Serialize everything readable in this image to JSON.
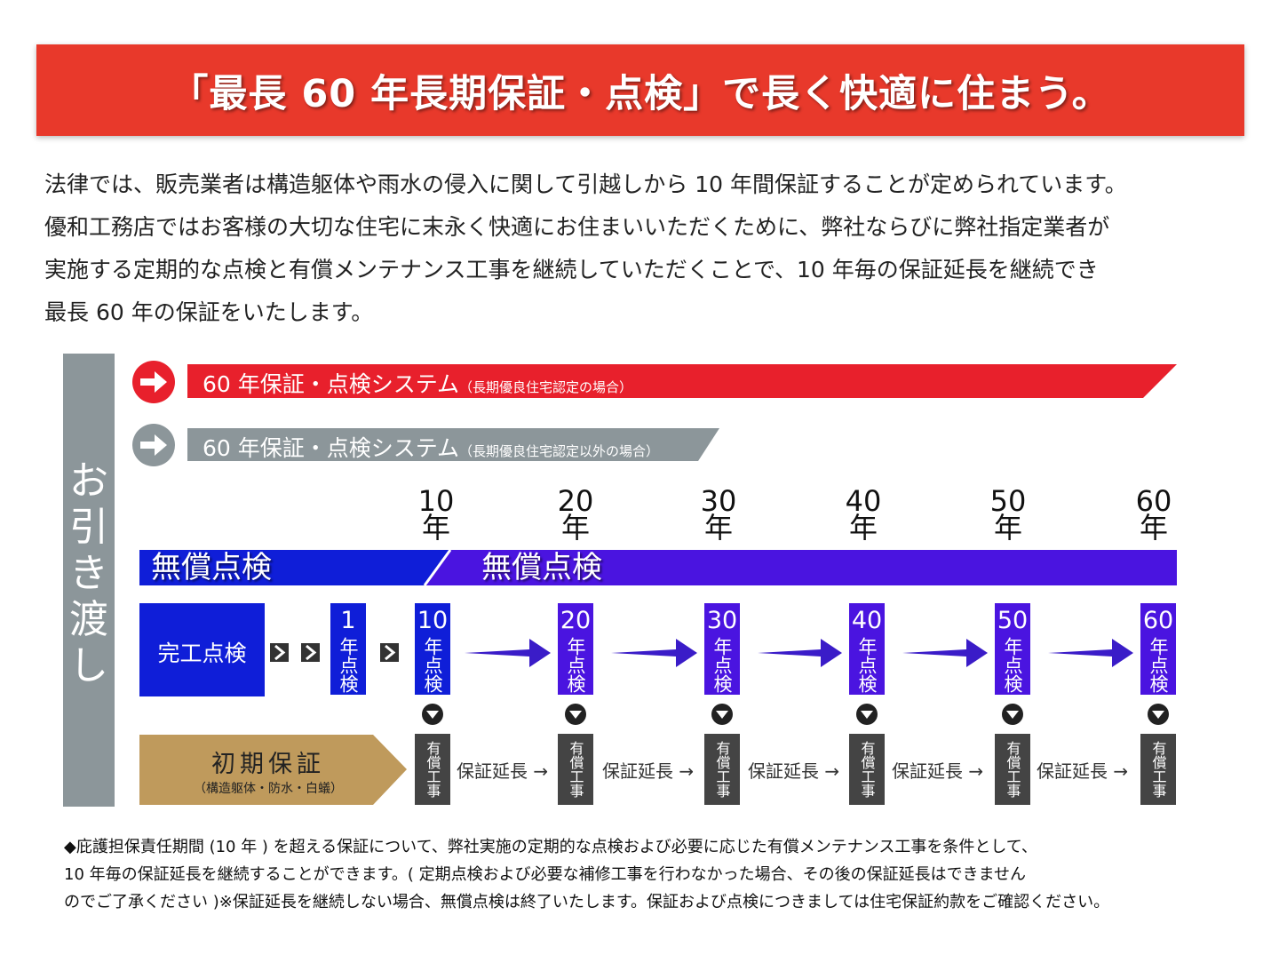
{
  "banner": {
    "title": "「最長 60 年長期保証・点検」で長く快適に住まう。"
  },
  "intro": [
    "法律では、販売業者は構造躯体や雨水の侵入に関して引越しから 10 年間保証することが定められています。",
    "優和工務店ではお客様の大切な住宅に末永く快適にお住まいいただくために、弊社ならびに弊社指定業者が",
    "実施する定期的な点検と有償メンテナンス工事を継続していただくことで、10 年毎の保証延長を継続でき",
    "最長 60 年の保証をいたします。"
  ],
  "diagram": {
    "side_label": "お引き渡し",
    "system_long": {
      "label": "60 年保証・点検システム",
      "note": "（長期優良住宅認定の場合）"
    },
    "system_other": {
      "label": "60 年保証・点検システム",
      "note": "（長期優良住宅認定以外の場合）"
    },
    "years": [
      {
        "num": "10",
        "unit": "年"
      },
      {
        "num": "20",
        "unit": "年"
      },
      {
        "num": "30",
        "unit": "年"
      },
      {
        "num": "40",
        "unit": "年"
      },
      {
        "num": "50",
        "unit": "年"
      },
      {
        "num": "60",
        "unit": "年"
      }
    ],
    "free_inspection_1": "無償点検",
    "free_inspection_2": "無償点検",
    "completion_inspection": "完工点検",
    "first_year": {
      "num": "1",
      "text": "年点検"
    },
    "inspections": [
      {
        "num": "10",
        "text": "年点検"
      },
      {
        "num": "20",
        "text": "年点検"
      },
      {
        "num": "30",
        "text": "年点検"
      },
      {
        "num": "40",
        "text": "年点検"
      },
      {
        "num": "50",
        "text": "年点検"
      },
      {
        "num": "60",
        "text": "年点検"
      }
    ],
    "initial_warranty": {
      "title": "初期保証",
      "note": "（構造躯体・防水・白蟻）"
    },
    "paid_work": "有償工事",
    "extension_label": "保証延長 →",
    "colors": {
      "red": "#e8202c",
      "gray": "#8c969a",
      "violet": "#4a14e0",
      "blue": "#0f1ed8",
      "gold": "#bf9a5c",
      "dark": "#444444"
    }
  },
  "footnote": [
    "◆庇護担保責任期間 (10 年 ) を超える保証について、弊社実施の定期的な点検および必要に応じた有償メンテナンス工事を条件として、",
    "10 年毎の保証延長を継続することができます。( 定期点検および必要な補修工事を行わなかった場合、その後の保証延長はできません",
    "のでご了承ください )※保証延長を継続しない場合、無償点検は終了いたします。保証および点検につきましては住宅保証約款をご確認ください。"
  ]
}
